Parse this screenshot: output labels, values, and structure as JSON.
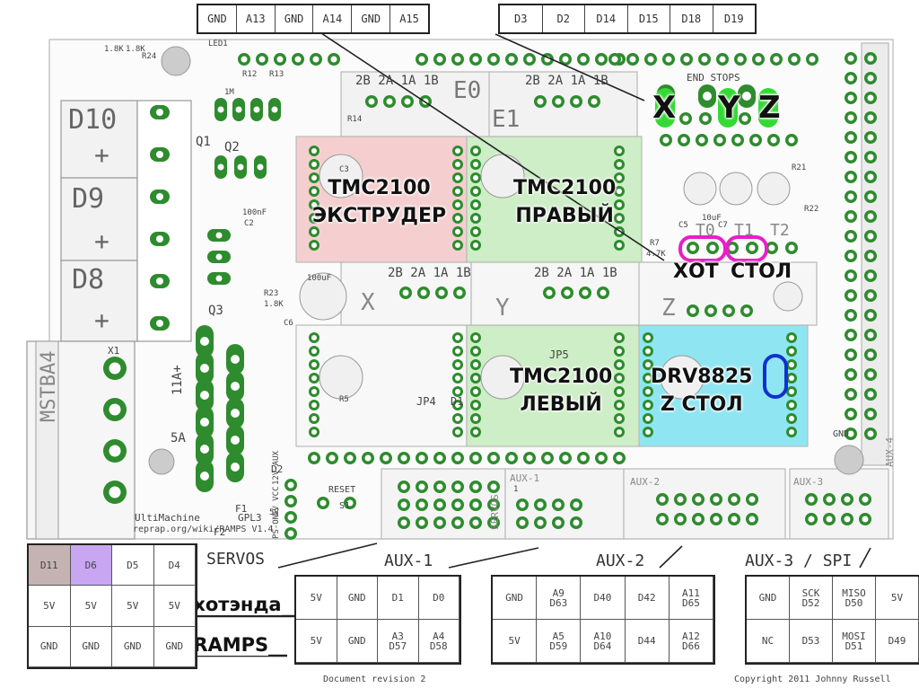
{
  "top_headers": {
    "left": [
      "GND",
      "A13",
      "GND",
      "A14",
      "GND",
      "A15"
    ],
    "right": [
      "D3",
      "D2",
      "D14",
      "D15",
      "D18",
      "D19"
    ]
  },
  "board": {
    "d_labels": [
      "D10",
      "D9",
      "D8"
    ],
    "plus": "+",
    "mstba": "MSTBA4",
    "fuse_labels": [
      "11A+",
      "5A"
    ],
    "axis_labels": [
      "E0",
      "E1",
      "X",
      "Y",
      "Z"
    ],
    "header_pin_text": [
      "2B 2A 1A 1B",
      "2B 2A 1A 1B",
      "2B 2A 1A 1B",
      "2B 2A 1A 1B"
    ],
    "q_labels": [
      "Q1",
      "Q2",
      "Q3"
    ],
    "end_stops": "END STOPS",
    "t_labels": [
      "T0",
      "T1",
      "T2"
    ],
    "small_text": [
      "UltiMachine",
      "reprap.org/wiki/RAMPS V1.4",
      "GPL3"
    ],
    "reset": "RESET",
    "reset_sub": "S1",
    "aux_board": [
      "AUX-1",
      "AUX-2",
      "AUX-3",
      "SERVOS"
    ],
    "gnd": "GND",
    "aux4": "AUX-4",
    "version_marks": [
      "1.8K",
      "1.8K"
    ],
    "comp": [
      "100nF",
      "C2",
      "R23",
      "1.8K",
      "C6",
      "100uF",
      "LED1",
      "R12",
      "R13",
      "1M",
      "R14",
      "R24",
      "F1",
      "F2",
      "D1",
      "D2",
      "JP4",
      "JP5",
      "C5",
      "C7",
      "10uF",
      "R7",
      "4.7K",
      "R21",
      "R22",
      "R5",
      "C3",
      "5V",
      "12V-AUX",
      "5V VCC",
      "PS-ON",
      "1",
      "X1"
    ]
  },
  "annotations": {
    "endstops": [
      "X",
      "Y",
      "Z"
    ],
    "drivers": [
      {
        "line1": "TMC2100",
        "line2": "ЭКСТРУДЕР"
      },
      {
        "line1": "TMC2100",
        "line2": "ПРАВЫЙ"
      },
      {
        "line1": "TMC2100",
        "line2": "ЛЕВЫЙ"
      },
      {
        "line1": "DRV8825",
        "line2": "Z СТОЛ"
      }
    ],
    "thermistors": [
      "ХОТ",
      "СТОЛ"
    ],
    "fans": [
      "обдув хотэнда",
      "обдув RAMPS"
    ]
  },
  "bottom_labels": {
    "servos": "SERVOS",
    "aux1": "AUX-1",
    "aux2": "AUX-2",
    "aux3": "AUX-3 / SPI"
  },
  "servo_table": {
    "row1": [
      "D11",
      "D6",
      "D5",
      "D4"
    ],
    "row2": [
      "5V",
      "5V",
      "5V",
      "5V"
    ],
    "row3": [
      "GND",
      "GND",
      "GND",
      "GND"
    ]
  },
  "aux1_table": {
    "row1": [
      "5V",
      "GND",
      "D1",
      "D0"
    ],
    "row2": [
      "5V",
      "GND",
      "A3\nD57",
      "A4\nD58"
    ]
  },
  "aux2_table": {
    "row1": [
      "GND",
      "A9\nD63",
      "D40",
      "D42",
      "A11\nD65"
    ],
    "row2": [
      "5V",
      "A5\nD59",
      "A10\nD64",
      "D44",
      "A12\nD66"
    ]
  },
  "aux3_table": {
    "row1": [
      "GND",
      "SCK\nD52",
      "MISO\nD50",
      "5V"
    ],
    "row2": [
      "NC",
      "D53",
      "MOSI\nD51",
      "D49"
    ]
  },
  "footer": {
    "revision": "Document revision 2",
    "copyright": "Copyright 2011 Johnny Russell"
  },
  "colors": {
    "pad": "#2e8b2e",
    "pink": "#f5cfcf",
    "green": "#cdeec6",
    "cyan": "#8fe6f2",
    "highlight_green": "#35d935",
    "magenta": "#e81ec8",
    "blue": "#1030d0",
    "servo_brown": "#c5b3b3",
    "servo_purple": "#c8a6f2"
  }
}
